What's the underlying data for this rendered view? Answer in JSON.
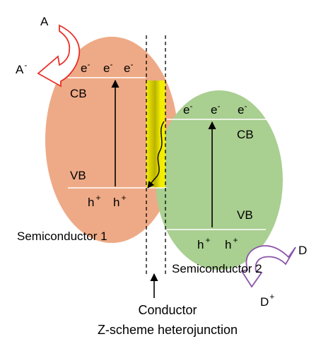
{
  "colors": {
    "semiconductor_1": "#eeaa86",
    "semiconductor_2": "#a9cf91",
    "conductor": "#f3ee00",
    "conductor_glow": "#8a8400",
    "acceptor_arrow": "#e8302a",
    "donor_arrow": "#8a55a8",
    "band_line": "#ffffff"
  },
  "semiconductor_1": {
    "label": "Semiconductor 1",
    "cb_label": "CB",
    "vb_label": "VB",
    "electrons": [
      "e",
      "e",
      "e"
    ],
    "holes": [
      "h",
      "h"
    ],
    "electron_sup": "-",
    "hole_sup": "+"
  },
  "semiconductor_2": {
    "label": "Semiconductor 2",
    "cb_label": "CB",
    "vb_label": "VB",
    "electrons": [
      "e",
      "e",
      "e"
    ],
    "holes": [
      "h",
      "h"
    ],
    "electron_sup": "-",
    "hole_sup": "+"
  },
  "acceptor": {
    "label": "A",
    "reduced_label": "A",
    "reduced_sup": "-"
  },
  "donor": {
    "label": "D",
    "oxidized_label": "D",
    "oxidized_sup": "+"
  },
  "caption": {
    "line1": "Conductor",
    "line2": "Z-scheme heterojunction"
  }
}
